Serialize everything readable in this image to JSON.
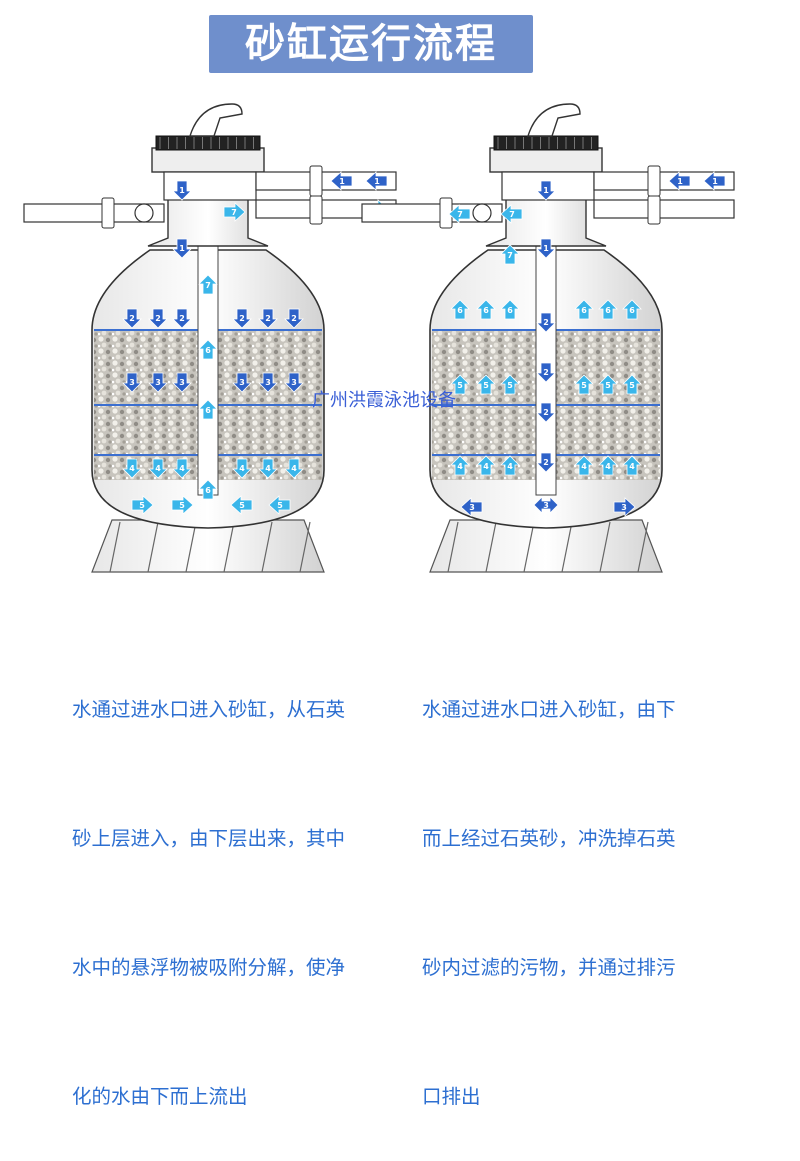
{
  "title": "砂缸运行流程",
  "watermark": "广州洪霞泳池设备",
  "left_description": [
    "水通过进水口进入砂缸，从石英",
    "砂上层进入，由下层出来，其中",
    "水中的悬浮物被吸附分解，使净",
    "化的水由下而上流出"
  ],
  "right_description": [
    "水通过进水口进入砂缸，由下",
    "而上经过石英砂，冲洗掉石英",
    "砂内过滤的污物，并通过排污",
    "口排出"
  ],
  "colors": {
    "title_bg": "#6f8fcc",
    "text_blue": "#2d6fd1",
    "arrow_dark": "#2e62c8",
    "arrow_light": "#3ab6ea",
    "layer_line": "#3b6fd0"
  },
  "left_tank": {
    "steps": [
      {
        "label": "1",
        "dir": "left",
        "color": "dark"
      },
      {
        "label": "1",
        "dir": "down",
        "color": "dark"
      },
      {
        "label": "2",
        "dir": "down",
        "color": "dark"
      },
      {
        "label": "3",
        "dir": "down",
        "color": "dark"
      },
      {
        "label": "4",
        "dir": "down",
        "color": "light"
      },
      {
        "label": "5",
        "dir": "right",
        "color": "light"
      },
      {
        "label": "6",
        "dir": "up",
        "color": "light"
      },
      {
        "label": "7",
        "dir": "up",
        "color": "light"
      }
    ]
  },
  "right_tank": {
    "steps": [
      {
        "label": "1",
        "dir": "left",
        "color": "dark"
      },
      {
        "label": "1",
        "dir": "down",
        "color": "dark"
      },
      {
        "label": "2",
        "dir": "down",
        "color": "dark"
      },
      {
        "label": "3",
        "dir": "both",
        "color": "dark"
      },
      {
        "label": "4",
        "dir": "up",
        "color": "light"
      },
      {
        "label": "5",
        "dir": "up",
        "color": "light"
      },
      {
        "label": "6",
        "dir": "up",
        "color": "light"
      },
      {
        "label": "7",
        "dir": "up",
        "color": "light"
      }
    ]
  }
}
